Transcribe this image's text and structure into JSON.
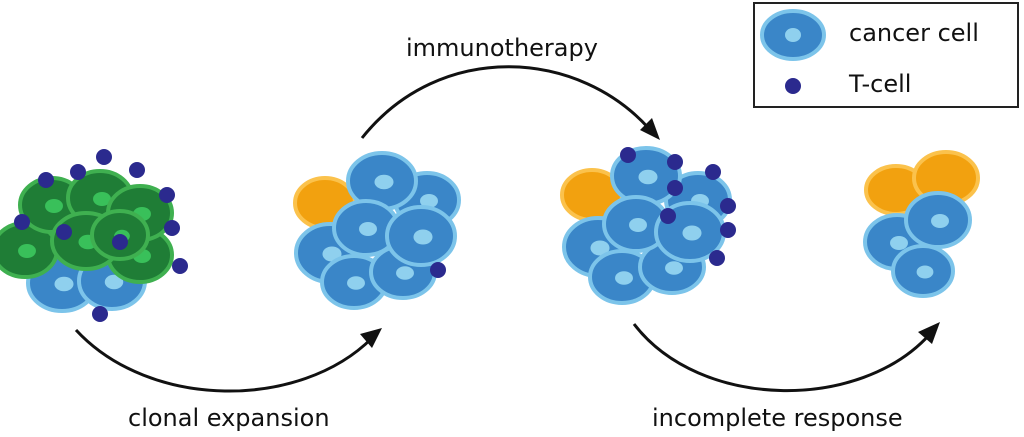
{
  "colors": {
    "cancer_fill": "#3a86c8",
    "cancer_edge": "#7cc4ea",
    "cancer_nucleus": "#8fd0ee",
    "responsive_fill": "#1f7d36",
    "responsive_edge": "#3fb050",
    "responsive_nucleus": "#39c05a",
    "resistant_fill": "#f2a10f",
    "resistant_edge": "#fbc24c",
    "tcell": "#2b2a8e",
    "arrow": "#111111"
  },
  "legend": {
    "cancer_cell_label": "cancer cell",
    "tcell_label": "T-cell"
  },
  "labels": {
    "top_arrow": "immunotherapy",
    "bottom_left_arrow": "clonal expansion",
    "bottom_right_arrow": "incomplete response"
  }
}
